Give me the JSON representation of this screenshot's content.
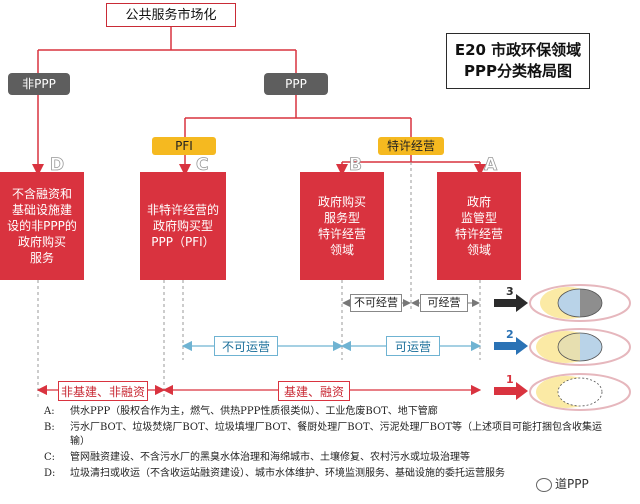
{
  "top_box": "公共服务市场化",
  "title": [
    "E20 市政环保领域",
    "PPP分类格局图"
  ],
  "branches": {
    "non_ppp": "非PPP",
    "ppp": "PPP"
  },
  "sub_branches": {
    "pfi": "PFI",
    "franchise": "特许经营"
  },
  "letters": [
    "D",
    "C",
    "B",
    "A"
  ],
  "boxes": {
    "d": "不含融资和\n基础设施建\n设的非PPP的\n政府购买\n服务",
    "c": "非特许经营的\n政府购买型\nPPP（PFI）",
    "b": "政府购买\n服务型\n特许经营\n领域",
    "a": "政府\n监管型\n特许经营\n领域"
  },
  "labels": {
    "not_operable_small": "不可经营",
    "operable_small": "可经营",
    "not_operable": "不可运营",
    "operable": "可运营",
    "non_infra": "非基建、非融资",
    "infra": "基建、融资"
  },
  "numbers": [
    "3",
    "2",
    "1"
  ],
  "colors": {
    "red": "#d9333f",
    "gold": "#f5b920",
    "grey": "#5e5e5e",
    "blue": "#2a72b5",
    "dark": "#2b2b2b"
  },
  "notes": [
    {
      "key": "A:",
      "text": "供水PPP（股权合作为主，燃气、供热PPP性质很类似）、工业危废BOT、地下管廊"
    },
    {
      "key": "B:",
      "text": "污水厂BOT、垃圾焚烧厂BOT、垃圾填埋厂BOT、餐厨处理厂BOT、污泥处理厂BOT等（上述项目可能打捆包含收集运输）"
    },
    {
      "key": "C:",
      "text": "管网融资建设、不含污水厂的黑臭水体治理和海绵城市、土壤修复、农村污水或垃圾治理等"
    },
    {
      "key": "D:",
      "text": "垃圾清扫或收运（不含收运站融资建设）、城市水体维护、环境监测服务、基础设施的委托运营服务"
    }
  ],
  "watermark": "道PPP"
}
